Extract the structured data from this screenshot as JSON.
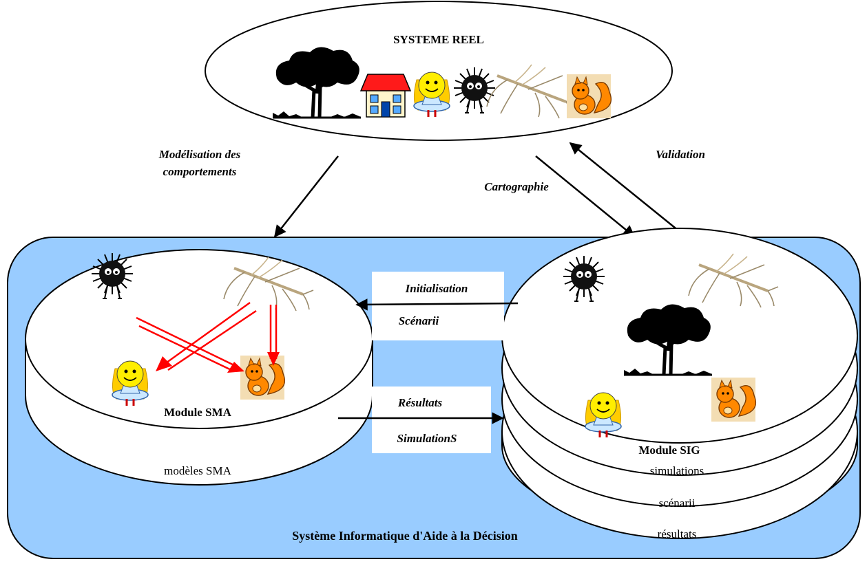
{
  "colors": {
    "system_box": "#99ccff",
    "red_arrow": "#ff0000",
    "ink": "#000000"
  },
  "real_system": {
    "title": "SYSTEME REEL",
    "icons": [
      "tree-icon",
      "house-icon",
      "doll-icon",
      "fuzzy-creature-icon",
      "mosquito-icon",
      "squirrel-icon"
    ]
  },
  "arrows": {
    "modelisation_line1": "Modélisation des",
    "modelisation_line2": "comportements",
    "cartographie": "Cartographie",
    "validation": "Validation",
    "initialisation": "Initialisation",
    "scenarii": "Scénarii",
    "resultats": "Résultats",
    "simulations": "SimulationS"
  },
  "sma": {
    "title": "Module SMA",
    "layer": "modèles SMA"
  },
  "sig": {
    "title": "Module SIG",
    "layers": [
      "simulations",
      "scénarii",
      "résultats"
    ]
  },
  "system_title": "Système Informatique d'Aide à la Décision"
}
